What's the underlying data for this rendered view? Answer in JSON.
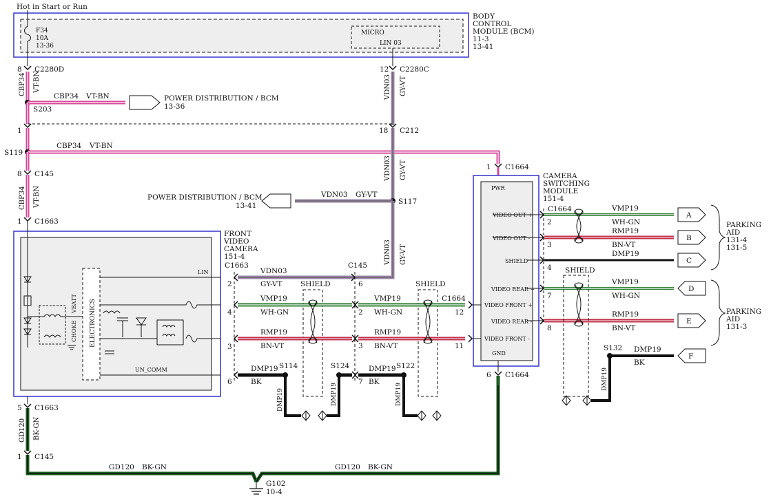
{
  "colors": {
    "pink": "#d9479a",
    "violet_gray": "#9a86a6",
    "red": "#c2304a",
    "green": "#2e7d32",
    "dark_green": "#1b5e20",
    "box_blue": "#3333cc",
    "fill_gray": "#eeeeee"
  },
  "labels": {
    "hot": "Hot in Start or Run",
    "bcm_1": "BODY",
    "bcm_2": "CONTROL",
    "bcm_3": "MODULE (BCM)",
    "bcm_4": "11-3",
    "bcm_5": "13-41",
    "fuse_1": "F34",
    "fuse_2": "10A",
    "fuse_3": "13-36",
    "micro": "MICRO",
    "lin03": "LIN 03",
    "c2280d_pin": "8",
    "c2280d": "C2280D",
    "c2280c_pin": "12",
    "c2280c": "C2280C",
    "cbp34_v1": "CBP34",
    "vtbn_v1": "VT-BN",
    "vdn03_v1": "VDN03",
    "gyvt_v1": "GY-VT",
    "s203": "S203",
    "cbp34_h1": "CBP34",
    "vtbn_h1": "VT-BN",
    "pd_bcm_1": "POWER DISTRIBUTION / BCM",
    "pd_bcm_1_ref": "13-36",
    "c212_pin_l": "1",
    "c212_pin_r": "18",
    "c212": "C212",
    "s119": "S119",
    "cbp34_h2": "CBP34",
    "vtbn_h2": "VT-BN",
    "vdn03_v2": "VDN03",
    "gyvt_v2": "GY-VT",
    "c1664_pin_top": "1",
    "c1664_top": "C1664",
    "c145_pin_top": "8",
    "c145_top": "C145",
    "cbp34_v2": "CBP34",
    "vtbn_v2": "VT-BN",
    "pd_bcm_2": "POWER DISTRIBUTION / BCM",
    "pd_bcm_2_ref": "13-41",
    "vdn03_h1": "VDN03",
    "gyvt_h1": "GY-VT",
    "s117": "S117",
    "csm_1": "CAMERA",
    "csm_2": "SWITCHING",
    "csm_3": "MODULE",
    "csm_4": "151-4",
    "c1663_pin_top": "1",
    "c1663_top": "C1663",
    "vdn03_v3": "VDN03",
    "gyvt_v3": "GY-VT",
    "fvc_1": "FRONT",
    "fvc_2": "VIDEO",
    "fvc_3": "CAMERA",
    "fvc_4": "151-4",
    "pwr": "PWR",
    "video_out_p": "VIDEO OUT +",
    "video_out_m": "VIDEO OUT -",
    "shield_lbl": "SHIELD",
    "video_rear_p": "VIDEO REAR +",
    "video_front_p": "VIDEO FRONT +",
    "video_rear_m": "VIDEO REAR -",
    "video_front_m": "VIDEO FRONT -",
    "gnd": "GND",
    "c1664_right": "C1664",
    "pin_2r": "2",
    "pin_3r": "3",
    "pin_4r": "4",
    "pin_7r": "7",
    "pin_8r": "8",
    "vmp19_r1": "VMP19",
    "whgn_r1": "WH-GN",
    "rmp19_r1": "RMP19",
    "bnvt_r1": "BN-VT",
    "dmp19_r1": "DMP19",
    "shield_r": "SHIELD",
    "vmp19_r2": "VMP19",
    "whgn_r2": "WH-GN",
    "rmp19_r2": "RMP19",
    "bnvt_r2": "BN-VT",
    "conn_a": "A",
    "conn_b": "B",
    "conn_c": "C",
    "conn_d": "D",
    "conn_e": "E",
    "conn_f": "F",
    "pa1_1": "PARKING",
    "pa1_2": "AID",
    "pa1_3": "131-4",
    "pa1_4": "131-5",
    "pa2_1": "PARKING",
    "pa2_2": "AID",
    "pa2_3": "131-3",
    "lin": "LIN",
    "un_comm": "UN_COMM",
    "vbatt": "VBATT",
    "choke": "CHOKE",
    "electronics": "ELECTRONICS",
    "c1663_mid": "C1663",
    "c145_mid": "C145",
    "pin_2a": "2",
    "pin_6a": "6",
    "pin_4a": "4",
    "pin_3a": "3",
    "pin_6b": "6",
    "vdn03_h2": "VDN03",
    "gyvt_h2": "GY-VT",
    "shield_m1": "SHIELD",
    "shield_m2": "SHIELD",
    "vmp19_m1": "VMP19",
    "whgn_m1": "WH-GN",
    "rmp19_m1": "RMP19",
    "bnvt_m1": "BN-VT",
    "pin_2b": "2",
    "pin_3b": "3",
    "vmp19_m2": "VMP19",
    "whgn_m2": "WH-GN",
    "rmp19_m2": "RMP19",
    "bnvt_m2": "BN-VT",
    "c1664_mid": "C1664",
    "pin_12": "12",
    "pin_11": "11",
    "dmp19_m1": "DMP19",
    "bk_m1": "BK",
    "s114": "S114",
    "s124": "S124",
    "dmp19_m2": "DMP19",
    "bk_m2": "BK",
    "s122": "S122",
    "pin_7m": "7",
    "dmp19_v1": "DMP19",
    "dmp19_v2": "DMP19",
    "dmp19_v3": "DMP19",
    "c1664_pin_bot": "6",
    "c1664_bot": "C1664",
    "s132": "S132",
    "dmp19_r3": "DMP19",
    "bk_r3": "BK",
    "dmp19_v4": "DMP19",
    "c1663_pin_bot": "5",
    "c1663_bot": "C1663",
    "gd120_v": "GD120",
    "bkgn_v": "BK-GN",
    "c145_pin_bot": "1",
    "c145_bot": "C145",
    "gd120_h1": "GD120",
    "bkgn_h1": "BK-GN",
    "gd120_h2": "GD120",
    "bkgn_h2": "BK-GN",
    "g102": "G102",
    "g102_ref": "10-4"
  }
}
